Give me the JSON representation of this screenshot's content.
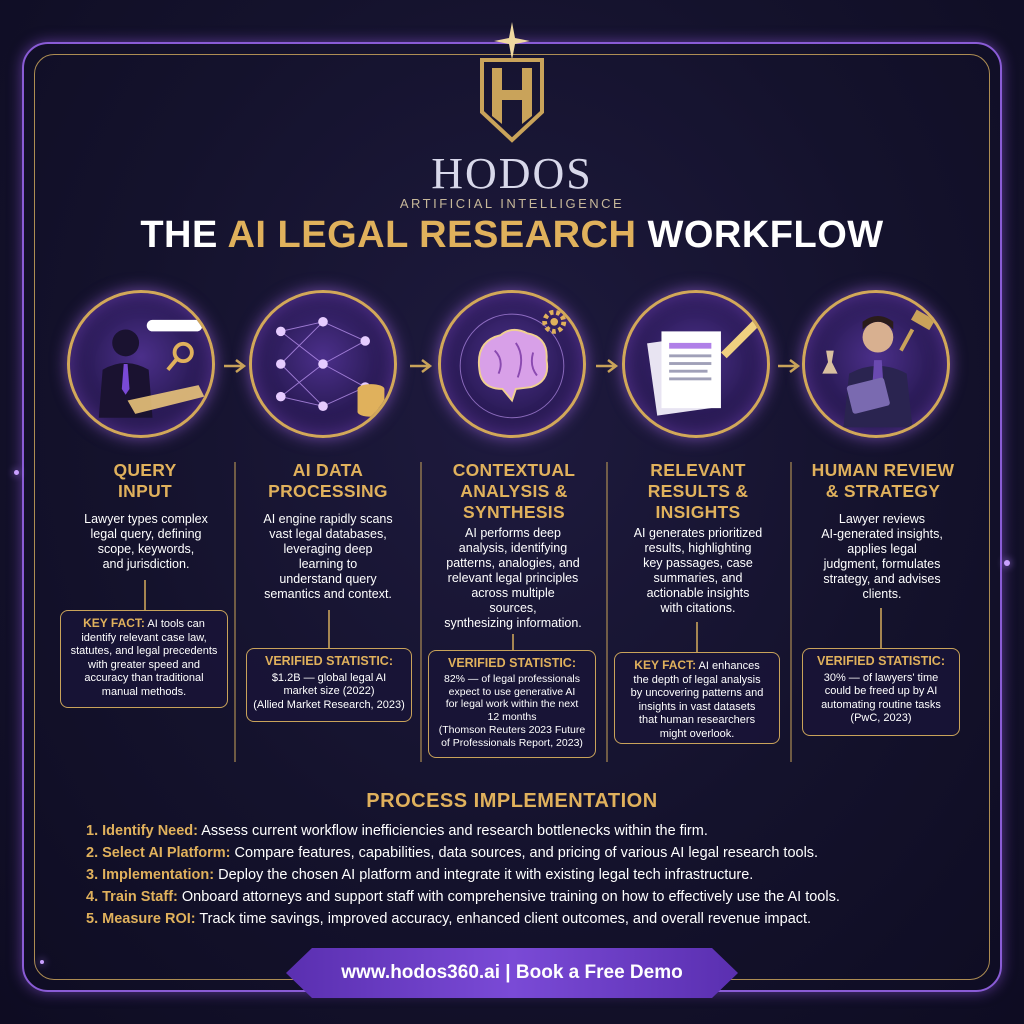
{
  "brand": {
    "name": "HODOS",
    "subtitle": "ARTIFICIAL INTELLIGENCE"
  },
  "title": {
    "part1": "THE ",
    "part2": "AI LEGAL RESEARCH",
    "part3": " WORKFLOW"
  },
  "steps": [
    {
      "title_line1": "QUERY",
      "title_line2": "INPUT",
      "title_line3": "",
      "icon": "lawyer-laptop-search-icon",
      "desc": [
        "Lawyer types complex",
        "legal query, defining",
        "scope, keywords,",
        "and jurisdiction."
      ],
      "fact": {
        "label": "KEY FACT:",
        "lines": [
          "AI tools can",
          "identify relevant case law,",
          "statutes, and legal precedents",
          "with greater speed and",
          "accuracy than traditional",
          "manual methods."
        ]
      }
    },
    {
      "title_line1": "AI DATA",
      "title_line2": "PROCESSING",
      "title_line3": "",
      "icon": "neural-network-database-icon",
      "desc": [
        "AI engine rapidly scans",
        "vast legal databases,",
        "leveraging deep",
        "learning to",
        "understand query",
        "semantics and context."
      ],
      "fact": {
        "label": "VERIFIED STATISTIC:",
        "lines": [
          "$1.2B — global legal AI",
          "market size (2022)",
          "(Allied Market Research, 2023)"
        ]
      }
    },
    {
      "title_line1": "CONTEXTUAL",
      "title_line2": "ANALYSIS &",
      "title_line3": "SYNTHESIS",
      "icon": "brain-gear-icon",
      "desc": [
        "AI performs deep",
        "analysis, identifying",
        "patterns, analogies, and",
        "relevant legal principles",
        "across multiple",
        "sources,",
        "synthesizing information."
      ],
      "fact": {
        "label": "VERIFIED STATISTIC:",
        "lines": [
          "82% — of legal professionals",
          "expect to use generative AI",
          "for legal work within the next",
          "12 months",
          "(Thomson Reuters 2023 Future",
          "of Professionals Report, 2023)"
        ]
      }
    },
    {
      "title_line1": "RELEVANT",
      "title_line2": "RESULTS &",
      "title_line3": "INSIGHTS",
      "icon": "documents-highlight-icon",
      "desc": [
        "AI generates prioritized",
        "results, highlighting",
        "key passages, case",
        "summaries, and",
        "actionable insights",
        "with citations."
      ],
      "fact": {
        "label": "KEY FACT:",
        "lines": [
          "AI enhances",
          "the depth of legal analysis",
          "by uncovering patterns and",
          "insights in vast datasets",
          "that human researchers",
          "might overlook."
        ]
      }
    },
    {
      "title_line1": "HUMAN REVIEW",
      "title_line2": "& STRATEGY",
      "title_line3": "",
      "icon": "lawyer-tablet-gavel-icon",
      "desc": [
        "Lawyer reviews",
        "AI-generated insights,",
        "applies legal",
        "judgment, formulates",
        "strategy, and advises",
        "clients."
      ],
      "fact": {
        "label": "VERIFIED STATISTIC:",
        "lines": [
          "30% — of lawyers' time",
          "could be freed up by AI",
          "automating routine tasks",
          "(PwC, 2023)"
        ]
      }
    }
  ],
  "implementation": {
    "title": "PROCESS IMPLEMENTATION",
    "items": [
      {
        "key": "1. Identify Need:",
        "text": " Assess current workflow inefficiencies and research bottlenecks within the firm."
      },
      {
        "key": "2. Select AI Platform:",
        "text": " Compare features, capabilities, data sources, and pricing of various AI legal research tools."
      },
      {
        "key": "3. Implementation:",
        "text": " Deploy the chosen AI platform and integrate it with existing legal tech infrastructure."
      },
      {
        "key": "4. Train Staff:",
        "text": " Onboard attorneys and support staff with comprehensive training on how to effectively use the AI tools."
      },
      {
        "key": "5. Measure ROI:",
        "text": " Track time savings, improved accuracy, enhanced client outcomes, and overall revenue impact."
      }
    ]
  },
  "cta": {
    "label": "www.hodos360.ai | Book a Free Demo"
  },
  "colors": {
    "gold": "#e0b15c",
    "purple": "#7a4ad6",
    "background": "#14122c"
  }
}
